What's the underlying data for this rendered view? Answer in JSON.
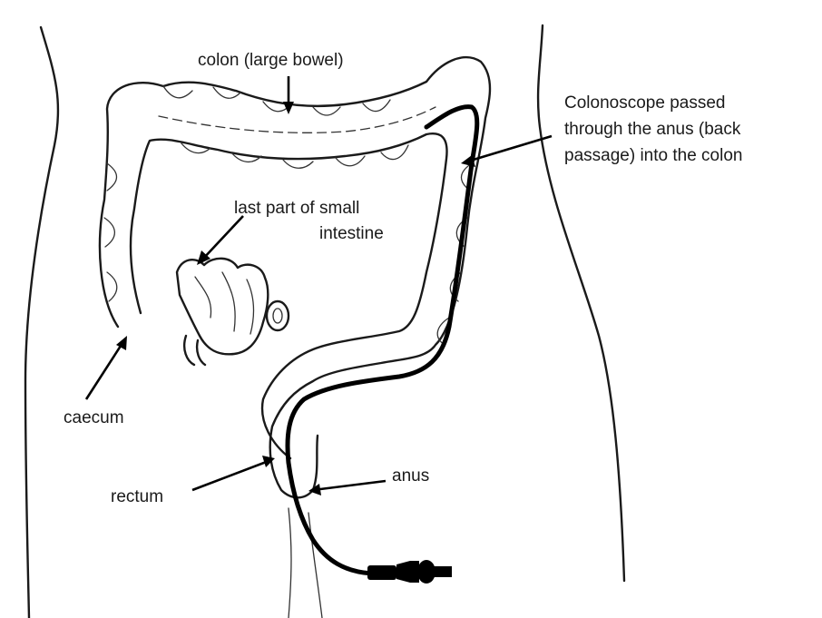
{
  "labels": {
    "colon": "colon (large bowel)",
    "colonoscope_line1": "Colonoscope passed",
    "colonoscope_line2": "through the anus (back",
    "colonoscope_line3": "passage) into the colon",
    "small_intestine_line1": "last part of small",
    "small_intestine_line2": "intestine",
    "caecum": "caecum",
    "rectum": "rectum",
    "anus": "anus"
  },
  "icons": {
    "scope_handle": "colonoscope-handle-icon"
  }
}
